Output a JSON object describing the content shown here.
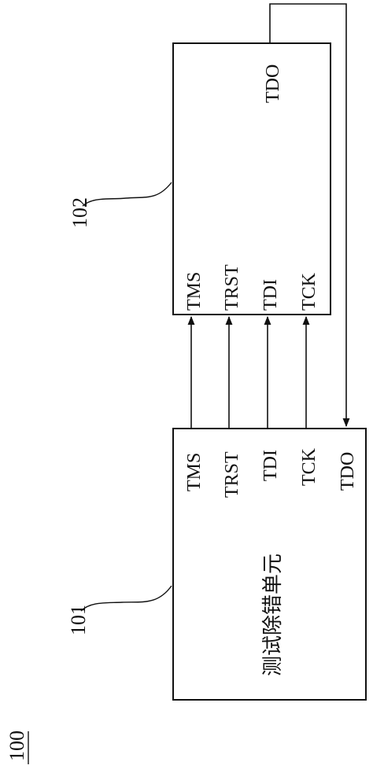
{
  "figure": {
    "id_label": "100"
  },
  "block_debug": {
    "ref": "101",
    "name": "测试除错单元",
    "pins": [
      "TMS",
      "TRST",
      "TDI",
      "TCK",
      "TDO"
    ]
  },
  "block_target": {
    "ref": "102",
    "pins_in": [
      "TMS",
      "TRST",
      "TDI",
      "TCK"
    ],
    "pin_out": "TDO"
  }
}
